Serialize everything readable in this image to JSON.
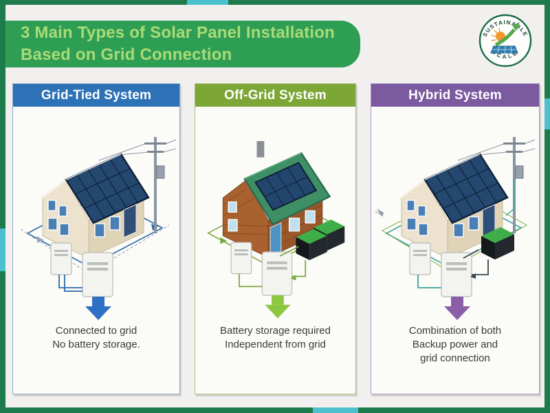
{
  "page": {
    "background_color": "#f1f0ee"
  },
  "frame": {
    "bar_color": "#1e7b4b",
    "accent_color": "#4cc0cf"
  },
  "header": {
    "title_line1": "3 Main Types of Solar Panel Installation",
    "title_line2": "Based on Grid Connection",
    "banner_color": "#2f9e55",
    "text_color": "#a9db77"
  },
  "logo": {
    "arc_top": "SUSTAINABLE",
    "arc_bottom": "SCALE"
  },
  "panels": [
    {
      "title": "Grid-Tied System",
      "header_color": "#2d72b7",
      "arrow_color": "#2f70c4",
      "caption_lines": [
        "Connected to grid",
        "No battery storage."
      ]
    },
    {
      "title": "Off-Grid System",
      "header_color": "#7ca636",
      "arrow_color": "#8dc63f",
      "caption_lines": [
        "Battery storage required",
        "Independent from grid"
      ]
    },
    {
      "title": "Hybrid System",
      "header_color": "#7b5aa0",
      "arrow_color": "#8a5fa8",
      "caption_lines": [
        "Combination of both",
        "Backup power and",
        "grid connection"
      ]
    }
  ]
}
